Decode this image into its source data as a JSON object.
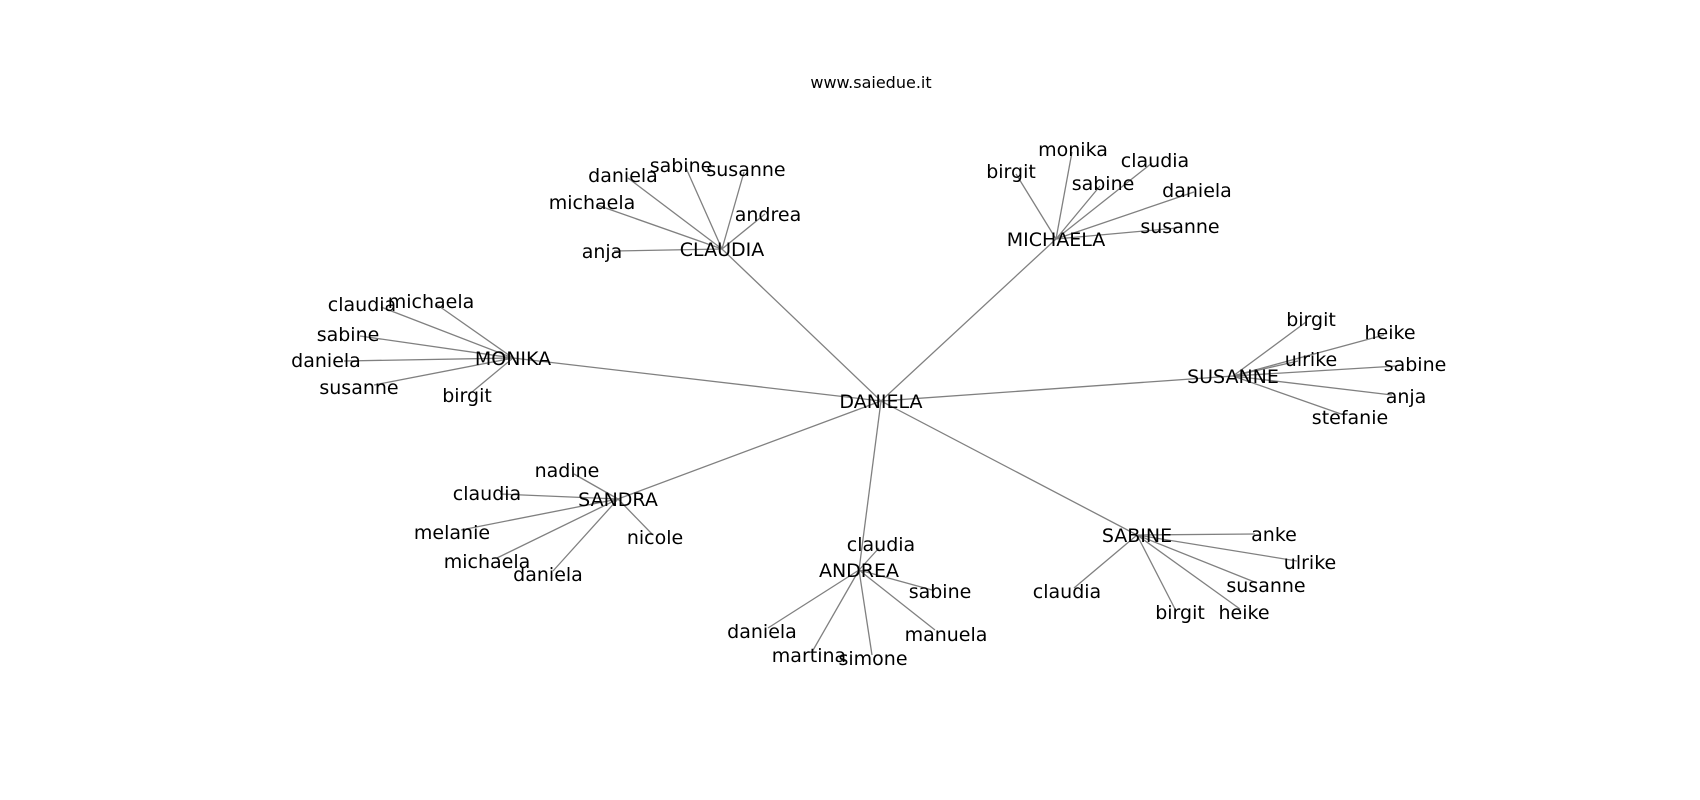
{
  "watermark": "www.saiedue.it",
  "colors": {
    "edge": "#808080",
    "text": "#000000",
    "background": "#ffffff"
  },
  "graph": {
    "center": "DANIELA",
    "hubs": [
      {
        "name": "CLAUDIA",
        "leaves": [
          "sabine",
          "susanne",
          "daniela",
          "michaela",
          "andrea",
          "anja"
        ]
      },
      {
        "name": "MICHAELA",
        "leaves": [
          "monika",
          "birgit",
          "claudia",
          "sabine",
          "daniela",
          "susanne"
        ]
      },
      {
        "name": "MONIKA",
        "leaves": [
          "claudia",
          "michaela",
          "sabine",
          "daniela",
          "susanne",
          "birgit"
        ]
      },
      {
        "name": "SUSANNE",
        "leaves": [
          "birgit",
          "heike",
          "ulrike",
          "sabine",
          "anja",
          "stefanie"
        ]
      },
      {
        "name": "SANDRA",
        "leaves": [
          "nadine",
          "claudia",
          "melanie",
          "michaela",
          "daniela",
          "nicole"
        ]
      },
      {
        "name": "ANDREA",
        "leaves": [
          "claudia",
          "sabine",
          "manuela",
          "simone",
          "martina",
          "daniela"
        ]
      },
      {
        "name": "SABINE",
        "leaves": [
          "anke",
          "ulrike",
          "susanne",
          "heike",
          "birgit",
          "claudia"
        ]
      }
    ]
  }
}
